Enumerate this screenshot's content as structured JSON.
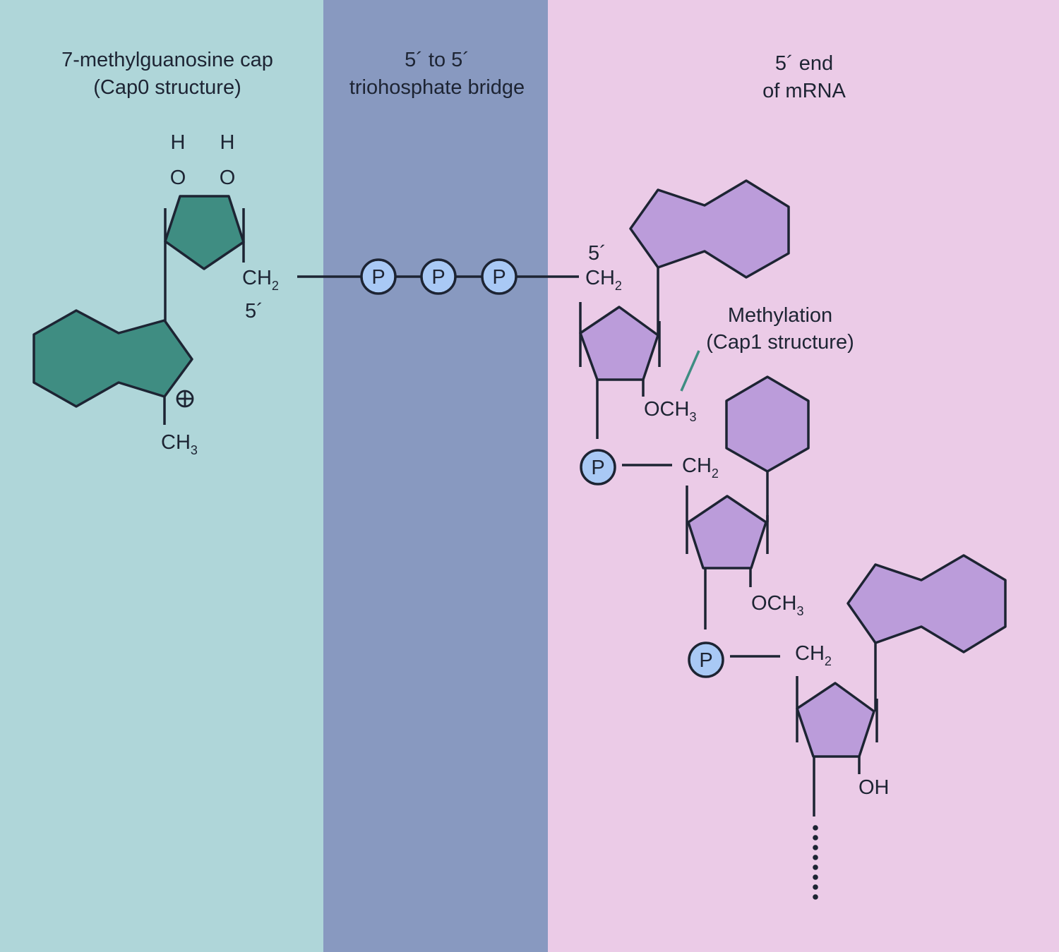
{
  "colors": {
    "cap_panel": "#afd6d9",
    "bridge_panel": "#8899c0",
    "mrna_panel": "#ebcbe7",
    "cap_ring_fill": "#3f8d82",
    "mrna_ring_fill": "#bb9cda",
    "phosphate_fill": "#a9c9f5",
    "ink": "#1d2433",
    "methylation_pointer": "#3f8d82"
  },
  "panels": {
    "cap": {
      "title_line1": "7-methylguanosine cap",
      "title_line2": "(Cap0 structure)"
    },
    "bridge": {
      "title_line1": "5´ to 5´",
      "title_line2": "triohosphate bridge"
    },
    "mrna": {
      "title_line1": "5´ end",
      "title_line2": "of mRNA"
    }
  },
  "cap": {
    "h_left": "H",
    "h_right": "H",
    "o_left": "O",
    "o_right": "O",
    "ch2_main": "CH",
    "ch2_sub": "2",
    "five_prime": "5´",
    "plus_icon": "circled-plus-icon",
    "ch3_main": "CH",
    "ch3_sub": "3"
  },
  "bridge": {
    "phosphates": [
      "P",
      "P",
      "P"
    ]
  },
  "mrna": {
    "n1": {
      "five_prime": "5´",
      "ch2_main": "CH",
      "ch2_sub": "2",
      "och3_main": "OCH",
      "och3_sub": "3"
    },
    "methylation": {
      "line1": "Methylation",
      "line2": "(Cap1 structure)"
    },
    "p1": "P",
    "n2": {
      "ch2_main": "CH",
      "ch2_sub": "2",
      "och3_main": "OCH",
      "och3_sub": "3"
    },
    "p2": "P",
    "n3": {
      "ch2_main": "CH",
      "ch2_sub": "2",
      "oh": "OH"
    },
    "continuation_icon": "dotted-chain-continuation-icon"
  }
}
